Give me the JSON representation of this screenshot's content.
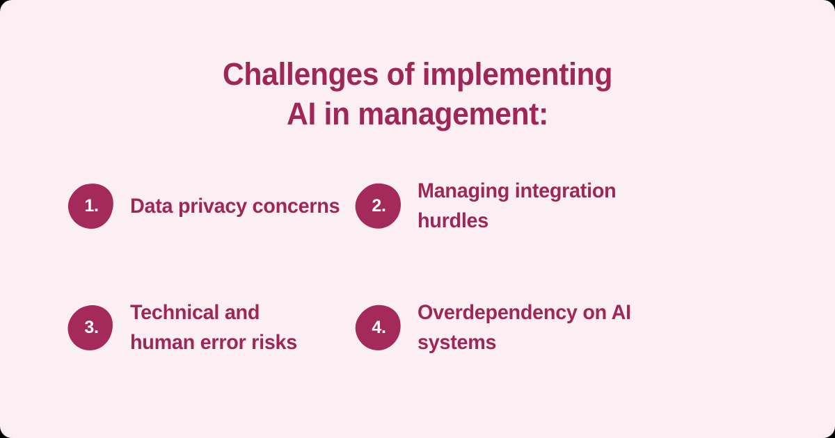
{
  "card": {
    "background_color": "#fceff3",
    "accent_color": "#9e2757",
    "badge_color": "#a32a5a",
    "badge_text_color": "#ffffff"
  },
  "title": "Challenges of implementing\nAI in management:",
  "items": [
    {
      "number": "1.",
      "label": "Data privacy concerns"
    },
    {
      "number": "2.",
      "label": "Managing integration\nhurdles"
    },
    {
      "number": "3.",
      "label": "Technical and\nhuman error risks"
    },
    {
      "number": "4.",
      "label": "Overdependency on AI\nsystems"
    }
  ]
}
